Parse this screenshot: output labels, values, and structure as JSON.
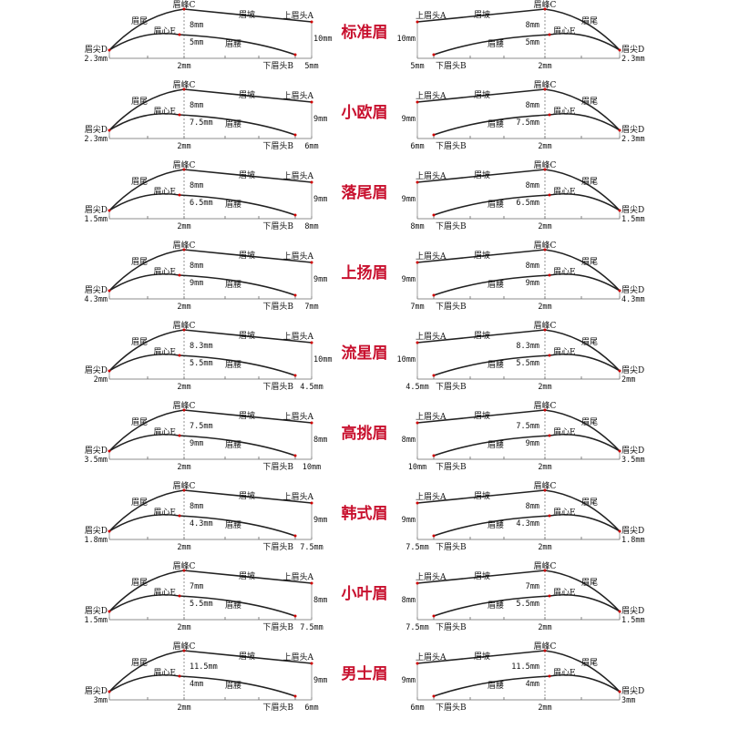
{
  "labels": {
    "tail": "眉尾",
    "peak": "眉峰C",
    "slope": "眉坡",
    "head_top": "上眉头A",
    "tip": "眉尖D",
    "center": "眉心E",
    "waist": "眉腰",
    "head_bottom": "下眉头B",
    "peak_offset": "2mm"
  },
  "styles": [
    {
      "name": "标准眉",
      "tip": "2.3mm",
      "head_height": "10mm",
      "upper_width": "8mm",
      "lower_width": "5mm",
      "base_offset": "5mm"
    },
    {
      "name": "小欧眉",
      "tip": "2.3mm",
      "head_height": "9mm",
      "upper_width": "8mm",
      "lower_width": "7.5mm",
      "base_offset": "6mm"
    },
    {
      "name": "落尾眉",
      "tip": "1.5mm",
      "head_height": "9mm",
      "upper_width": "8mm",
      "lower_width": "6.5mm",
      "base_offset": "8mm"
    },
    {
      "name": "上扬眉",
      "tip": "4.3mm",
      "head_height": "9mm",
      "upper_width": "8mm",
      "lower_width": "9mm",
      "base_offset": "7mm"
    },
    {
      "name": "流星眉",
      "tip": "2mm",
      "head_height": "10mm",
      "upper_width": "8.3mm",
      "lower_width": "5.5mm",
      "base_offset": "4.5mm"
    },
    {
      "name": "高挑眉",
      "tip": "3.5mm",
      "head_height": "8mm",
      "upper_width": "7.5mm",
      "lower_width": "9mm",
      "base_offset": "10mm"
    },
    {
      "name": "韩式眉",
      "tip": "1.8mm",
      "head_height": "9mm",
      "upper_width": "8mm",
      "lower_width": "4.3mm",
      "base_offset": "7.5mm"
    },
    {
      "name": "小叶眉",
      "tip": "1.5mm",
      "head_height": "8mm",
      "upper_width": "7mm",
      "lower_width": "5.5mm",
      "base_offset": "7.5mm"
    },
    {
      "name": "男士眉",
      "tip": "3mm",
      "head_height": "9mm",
      "upper_width": "11.5mm",
      "lower_width": "4mm",
      "base_offset": "6mm"
    }
  ],
  "colors": {
    "title": "#c8102e",
    "marker": "#d00000",
    "stroke": "#222222"
  }
}
